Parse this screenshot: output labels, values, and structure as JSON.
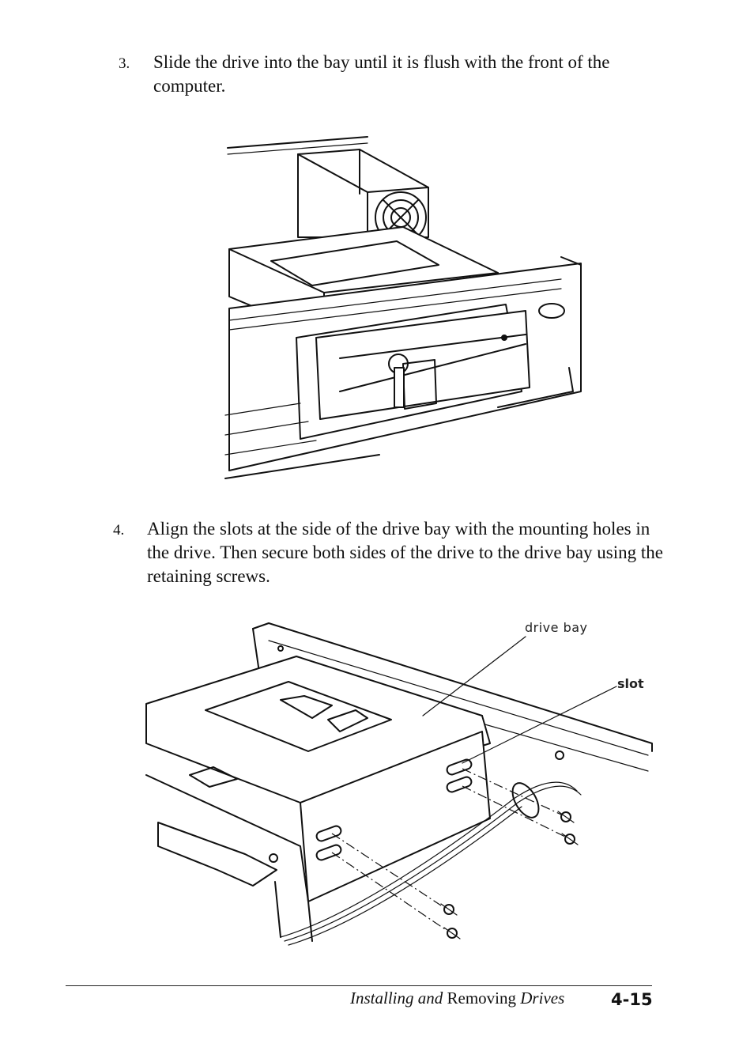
{
  "steps": [
    {
      "number": "3.",
      "text": "Slide the drive into the bay until it is flush with the front of the  computer."
    },
    {
      "number": "4.",
      "text": "Align the slots at the side of the drive bay with the mounting holes in the drive. Then secure both sides of the drive to the drive bay using the retaining screws."
    }
  ],
  "figure2": {
    "callouts": {
      "drive_bay": "drive  bay",
      "slot": "slot"
    }
  },
  "footer": {
    "title_part1": "Installing and",
    "title_part2": "Removing",
    "title_part3": "Drives",
    "page_number": "4-15"
  }
}
